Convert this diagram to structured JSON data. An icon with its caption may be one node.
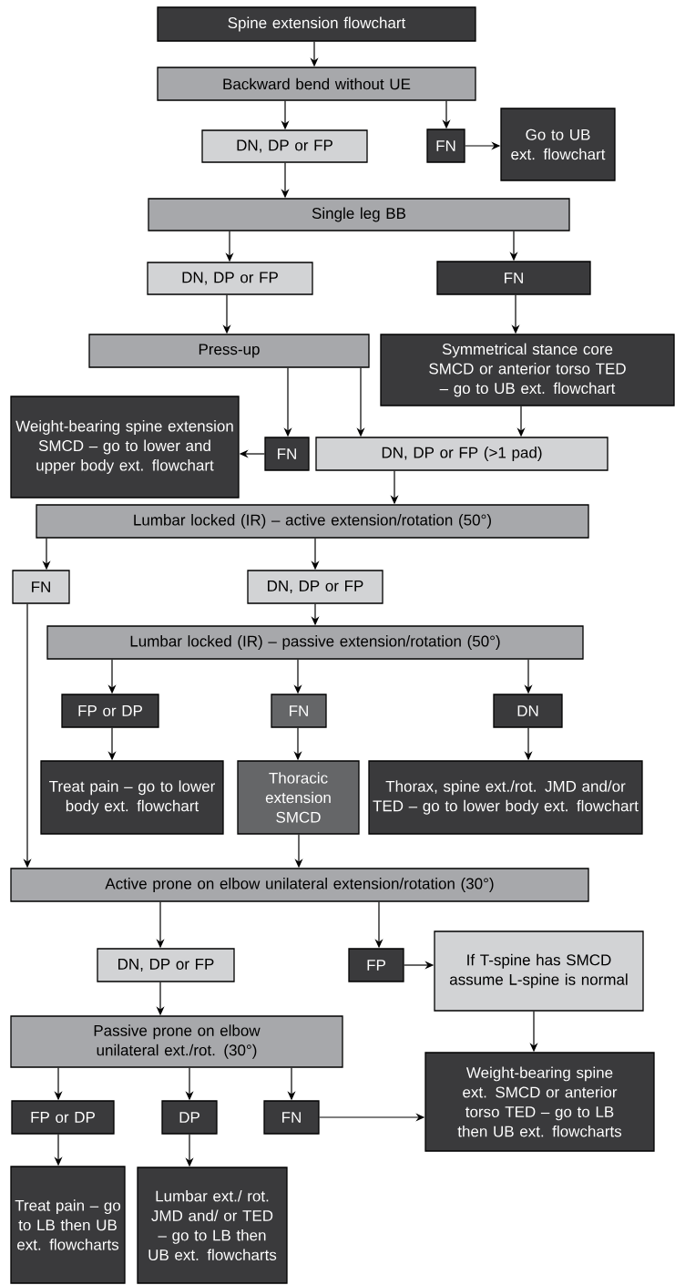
{
  "diagram": {
    "nodes": [
      {
        "text": [
          "Spine extension flowchart"
        ]
      },
      {
        "text": [
          "Backward bend without UE"
        ]
      },
      {
        "text": [
          "DN, DP or FP"
        ]
      },
      {
        "text": [
          "FN"
        ]
      },
      {
        "text": [
          "Go to UB ext. flowchart"
        ]
      },
      {
        "text": [
          "Single leg BB"
        ]
      },
      {
        "text": [
          "DN, DP or FP"
        ]
      },
      {
        "text": [
          "FN"
        ]
      },
      {
        "text": [
          "Press-up"
        ]
      },
      {
        "text": [
          "Symmetrical stance core SMCD or anterior torso TED – go to UB ext. flowchart"
        ]
      },
      {
        "text": [
          "Weight-bearing spine extension SMCD – go to lower and upper body ext. flowchart"
        ]
      },
      {
        "text": [
          "FN"
        ]
      },
      {
        "text": [
          "DN, DP or FP (>1 pad)"
        ]
      },
      {
        "text": [
          "Lumbar locked (IR) – active extension/rotation (50°)"
        ]
      },
      {
        "text": [
          "FN"
        ]
      },
      {
        "text": [
          "DN, DP or FP"
        ]
      },
      {
        "text": [
          "Lumbar locked (IR) – passive extension/rotation (50°)"
        ]
      },
      {
        "text": [
          "FP or DP"
        ]
      },
      {
        "text": [
          "FN"
        ]
      },
      {
        "text": [
          "DN"
        ]
      },
      {
        "text": [
          "Treat pain – go to lower body ext. flowchart"
        ]
      },
      {
        "text": [
          "Thoracic extension SMCD"
        ]
      },
      {
        "text": [
          "Thorax, spine ext./rot. JMD and/or TED – go to lower body ext. flowchart"
        ]
      },
      {
        "text": [
          "Active prone on elbow unilateral extension/rotation (30°)"
        ]
      },
      {
        "text": [
          "DN, DP or FP"
        ]
      },
      {
        "text": [
          "FP"
        ]
      },
      {
        "text": [
          "If T-spine has SMCD assume L-spine is normal"
        ]
      },
      {
        "text": [
          "Passive prone on elbow unilateral ext./rot. (30°)"
        ]
      },
      {
        "text": [
          "Weight-bearing spine ext. SMCD or anterior torso TED – go to LB then UB ext. flowcharts"
        ]
      },
      {
        "text": [
          "FP or DP"
        ]
      },
      {
        "text": [
          "DP"
        ]
      },
      {
        "text": [
          "FN"
        ]
      },
      {
        "text": [
          "Treat pain – go to LB then UB ext. flowcharts"
        ]
      },
      {
        "text": [
          "Lumbar ext./ rot. JMD and/ or TED – go to LB then UB ext. flowcharts"
        ]
      }
    ],
    "edges": [
      {
        "from": 0,
        "to": 1,
        "arrow": "to"
      },
      {
        "from": 1,
        "to": 2,
        "arrow": "to"
      },
      {
        "from": 1,
        "to": 3,
        "arrow": "to"
      },
      {
        "from": 3,
        "to": 4,
        "arrow": "to"
      },
      {
        "from": 2,
        "to": 5,
        "arrow": "to"
      },
      {
        "from": 5,
        "to": 6,
        "arrow": "to"
      },
      {
        "from": 5,
        "to": 7,
        "arrow": "to"
      },
      {
        "from": 6,
        "to": 8,
        "arrow": "to"
      },
      {
        "from": 7,
        "to": 9,
        "arrow": "to"
      },
      {
        "from": 8,
        "to": 11,
        "arrow": "to"
      },
      {
        "from": 8,
        "to": 12,
        "arrow": "to"
      },
      {
        "from": 9,
        "to": 12,
        "arrow": "to"
      },
      {
        "from": 11,
        "to": 10,
        "arrow": "to"
      },
      {
        "from": 12,
        "to": 13,
        "arrow": "to"
      },
      {
        "from": 13,
        "to": 14,
        "arrow": "to"
      },
      {
        "from": 13,
        "to": 15,
        "arrow": "to"
      },
      {
        "from": 15,
        "to": 16,
        "arrow": "to"
      },
      {
        "from": 16,
        "to": 17,
        "arrow": "to"
      },
      {
        "from": 16,
        "to": 18,
        "arrow": "to"
      },
      {
        "from": 16,
        "to": 19,
        "arrow": "to"
      },
      {
        "from": 17,
        "to": 20,
        "arrow": "to"
      },
      {
        "from": 18,
        "to": 21,
        "arrow": "to"
      },
      {
        "from": 19,
        "to": 22,
        "arrow": "to"
      },
      {
        "from": 14,
        "to": 23,
        "arrow": "to"
      },
      {
        "from": 21,
        "to": 23,
        "arrow": "to"
      },
      {
        "from": 23,
        "to": 24,
        "arrow": "to"
      },
      {
        "from": 23,
        "to": 25,
        "arrow": "to"
      },
      {
        "from": 25,
        "to": 26,
        "arrow": "to"
      },
      {
        "from": 26,
        "to": 28,
        "arrow": "to"
      },
      {
        "from": 24,
        "to": 27,
        "arrow": "to"
      },
      {
        "from": 27,
        "to": 29,
        "arrow": "to"
      },
      {
        "from": 27,
        "to": 30,
        "arrow": "to"
      },
      {
        "from": 27,
        "to": 31,
        "arrow": "to"
      },
      {
        "from": 31,
        "to": 28,
        "arrow": "to"
      },
      {
        "from": 29,
        "to": 32,
        "arrow": "to"
      },
      {
        "from": 30,
        "to": 33,
        "arrow": "to"
      }
    ]
  }
}
